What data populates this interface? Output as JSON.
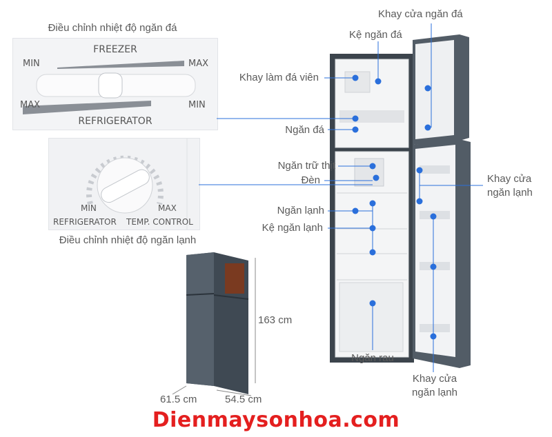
{
  "labels": {
    "freezer_adjust": "Điều chỉnh nhiệt độ ngăn đá",
    "fridge_adjust": "Điều chỉnh nhiệt độ ngăn lạnh",
    "freezer_door_tray": "Khay cửa ngăn đá",
    "freezer_shelf": "Kệ ngăn đá",
    "ice_tray": "Khay làm đá viên",
    "freezer": "Ngăn đá",
    "meat_compartment": "Ngăn trữ thịt",
    "light": "Đèn",
    "fridge_compartment": "Ngăn lạnh",
    "fridge_shelf": "Kệ ngăn lạnh",
    "vegetable_drawer": "Ngăn rau",
    "fridge_door_tray_1": "Khay cửa\nngăn lạnh",
    "fridge_door_tray_2": "Khay cửa\nngăn lạnh"
  },
  "freezer_panel": {
    "top_label": "FREEZER",
    "bottom_label": "REFRIGERATOR",
    "min_top": "MIN",
    "max_top": "MAX",
    "max_bottom": "MAX",
    "min_bottom": "MIN"
  },
  "fridge_panel": {
    "min": "MIN",
    "max": "MAX",
    "left_caption": "REFRIGERATOR",
    "right_caption": "TEMP. CONTROL"
  },
  "dimensions": {
    "height": "163 cm",
    "depth": "61.5 cm",
    "width": "54.5 cm"
  },
  "brand": "Dienmaysonhoa.com",
  "colors": {
    "accent_dot": "#2a6fdb",
    "brand": "#e41f1f",
    "fridge_body": "#4a5560"
  }
}
